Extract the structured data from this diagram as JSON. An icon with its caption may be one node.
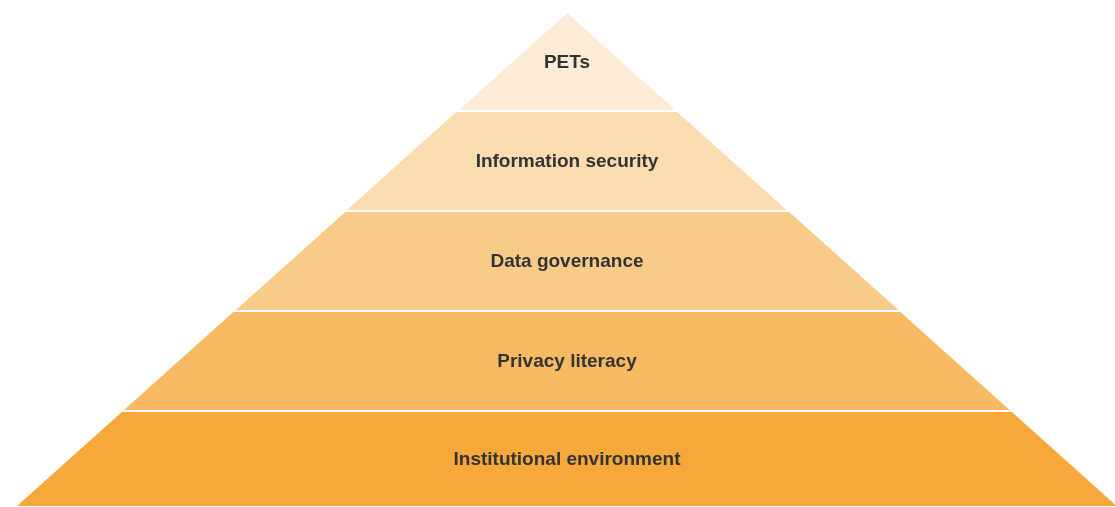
{
  "diagram": {
    "nodes": [
      {
        "text": [
          "PETs"
        ]
      },
      {
        "text": [
          "Information security"
        ]
      },
      {
        "text": [
          "Data governance"
        ]
      },
      {
        "text": [
          "Privacy literacy"
        ]
      },
      {
        "text": [
          "Institutional environment"
        ]
      }
    ]
  }
}
